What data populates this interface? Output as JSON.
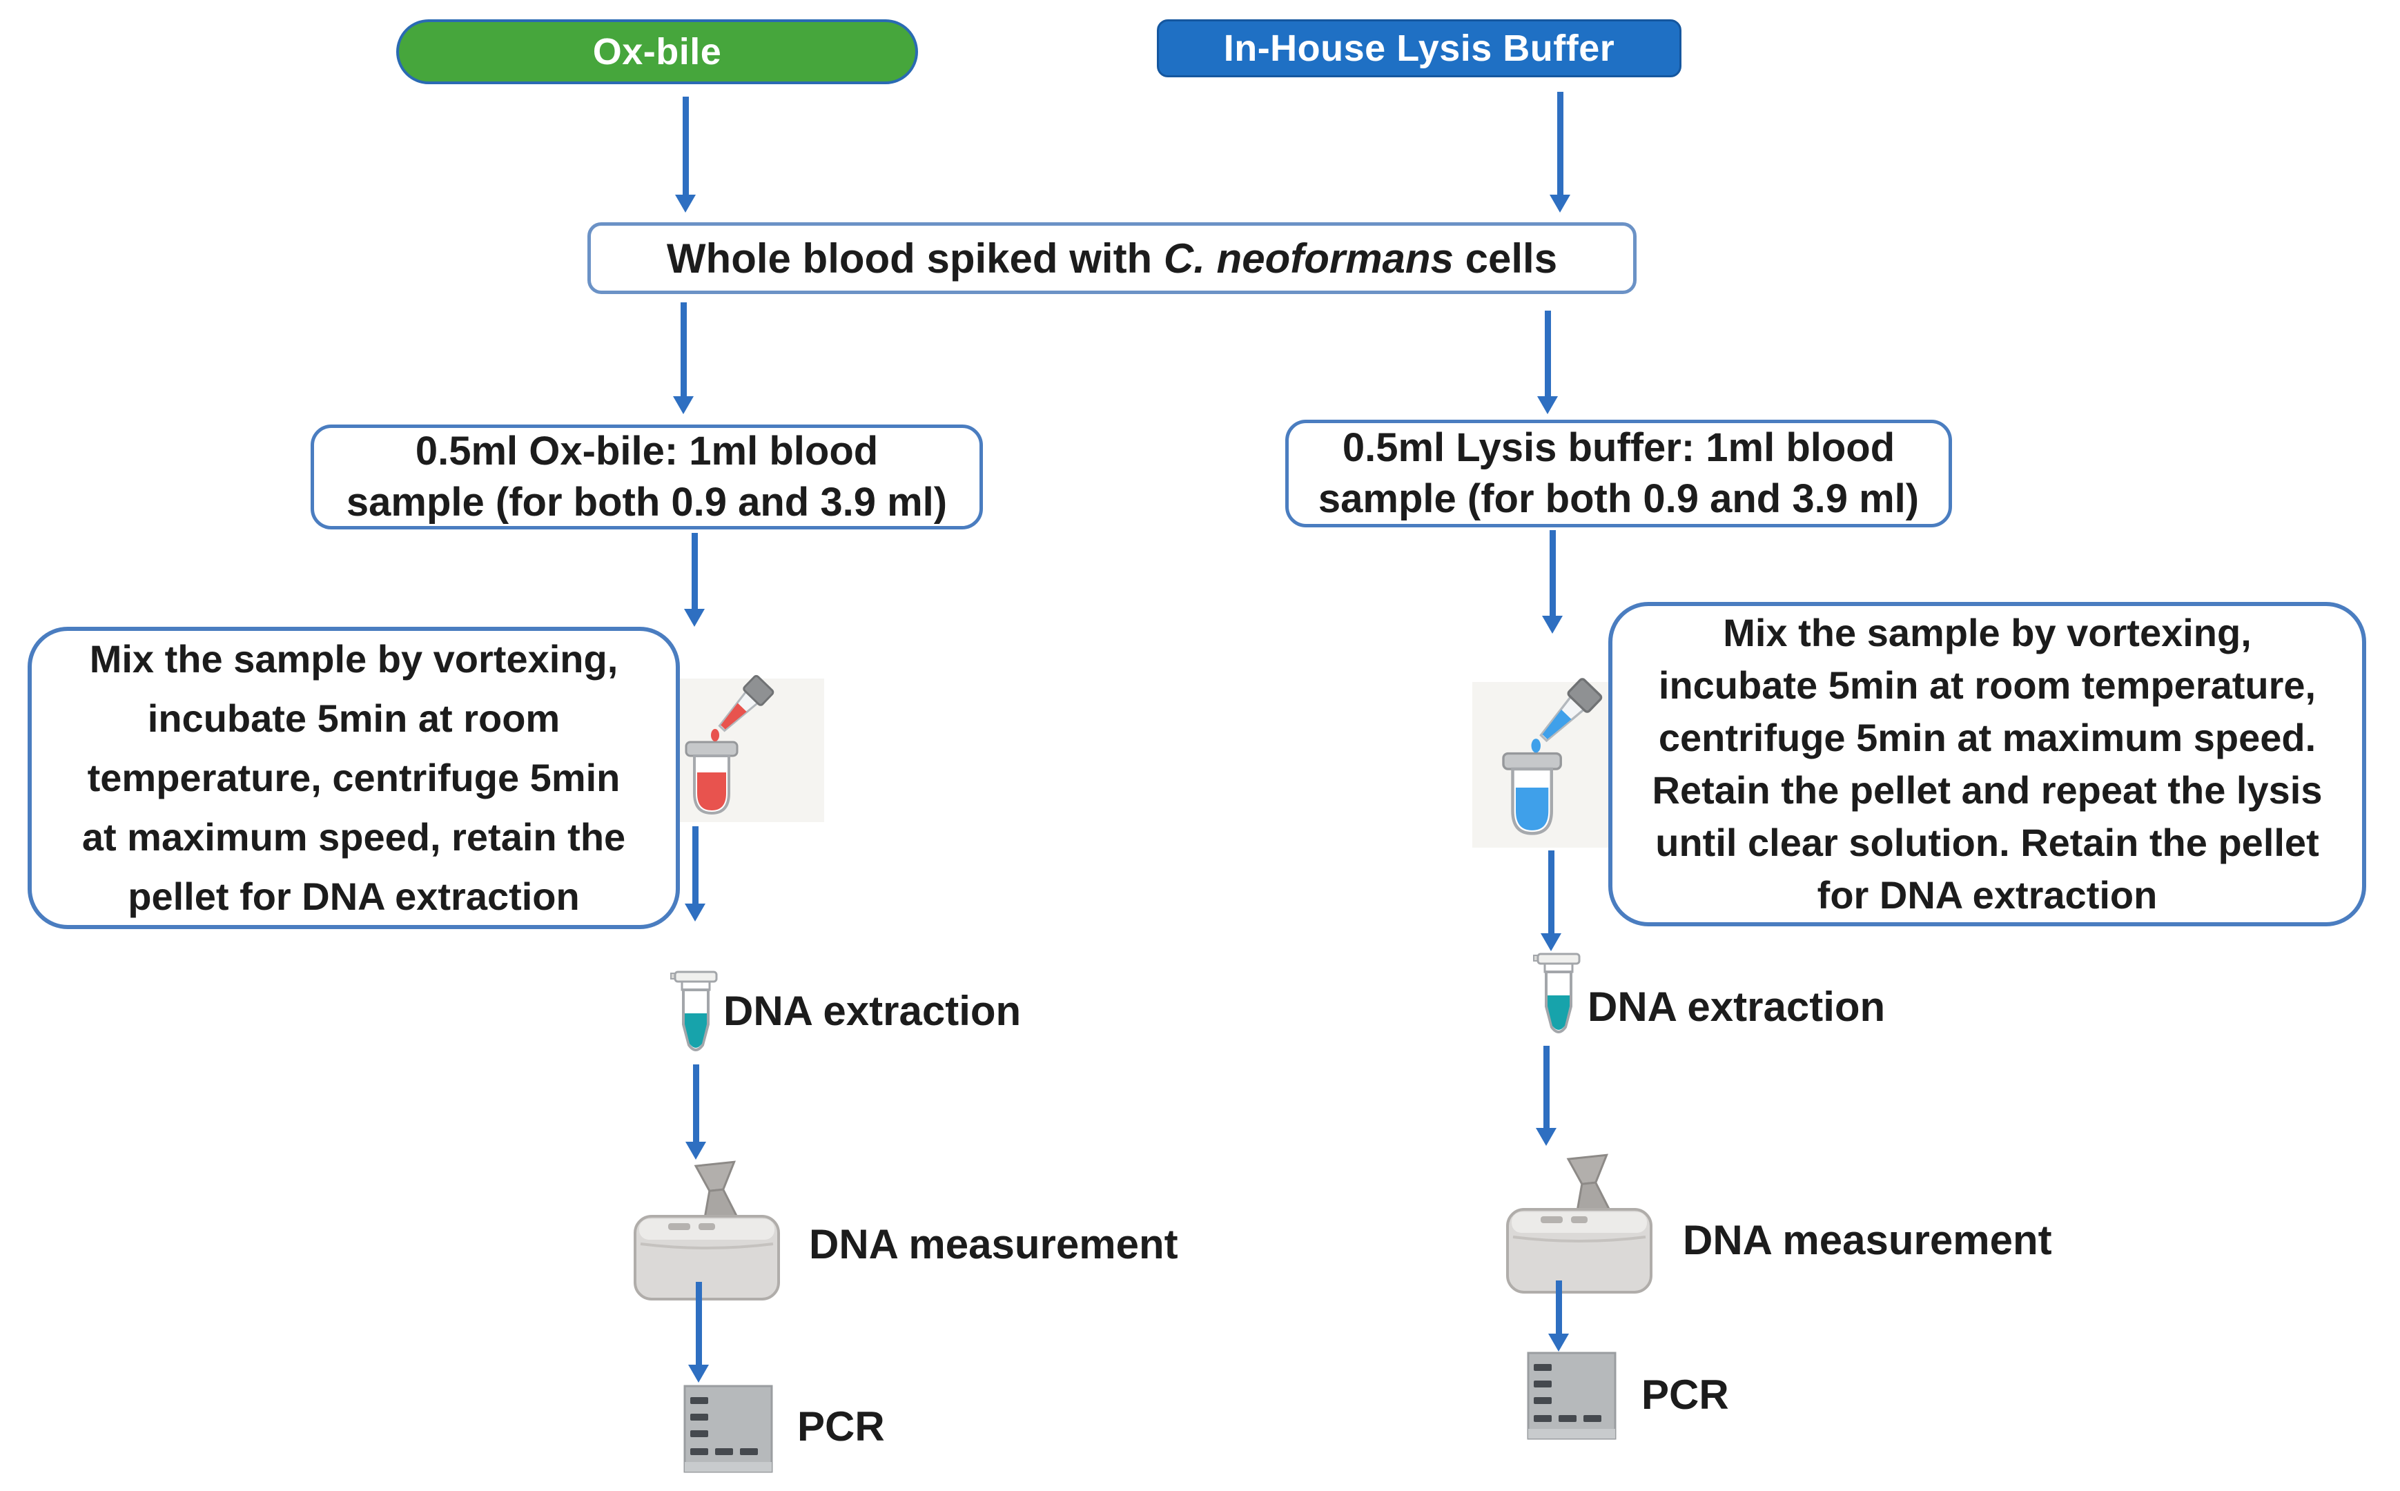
{
  "title": "Whole blood fungal DNA extraction workflow comparison",
  "colors": {
    "arrow_blue": "#2E6FC1",
    "box_border_blue": "#4A7DC0",
    "oxbile_green": "#46A63C",
    "lysis_blue": "#1F70C4",
    "tube_teal": "#17A3AB",
    "blood_red": "#E8534E",
    "pipette_orange": "#F5862B",
    "lysis_liquid_blue": "#3FA0EA"
  },
  "headers": {
    "left": "Ox-bile",
    "right": "In-House Lysis Buffer"
  },
  "sample_box": {
    "prefix": "Whole blood spiked with ",
    "species": "C. neoformans",
    "suffix": " cells"
  },
  "left": {
    "dose_lines": [
      "0.5ml Ox-bile: 1ml blood",
      "sample (for both 0.9 and 3.9 ml)"
    ],
    "note_lines": [
      "Mix the sample by vortexing,",
      "incubate 5min at room",
      "temperature, centrifuge 5min",
      "at maximum speed, retain the",
      "pellet for DNA extraction"
    ],
    "steps": {
      "extraction": "DNA extraction",
      "measurement": "DNA measurement",
      "pcr": "PCR"
    }
  },
  "right": {
    "dose_lines": [
      "0.5ml Lysis buffer: 1ml blood",
      "sample (for both 0.9 and 3.9 ml)"
    ],
    "note_lines": [
      "Mix the sample by vortexing,",
      "incubate 5min at room temperature,",
      "centrifuge 5min at maximum speed.",
      "Retain the pellet and repeat the lysis",
      "until clear solution. Retain the pellet",
      "for DNA extraction"
    ],
    "steps": {
      "extraction": "DNA extraction",
      "measurement": "DNA measurement",
      "pcr": "PCR"
    }
  },
  "icons": [
    "pipette-into-tube",
    "microcentrifuge-tube",
    "spectrophotometer",
    "gel-electrophoresis"
  ]
}
